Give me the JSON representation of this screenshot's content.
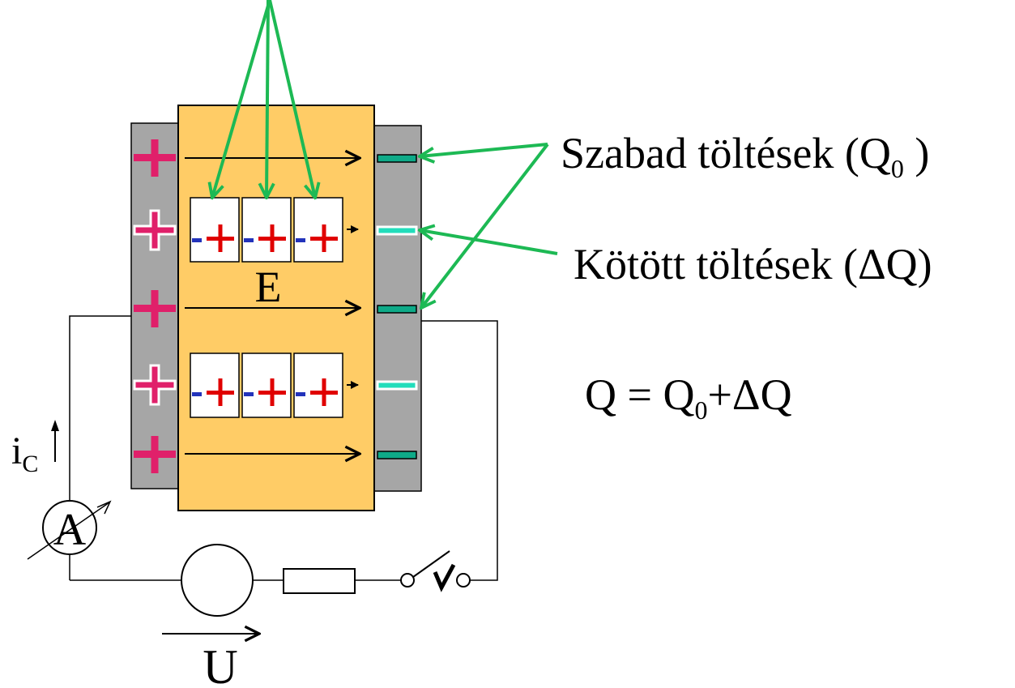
{
  "labels": {
    "free_charges": "Szabad töltések (Q",
    "free_charges_sub": "0",
    "free_charges_close": " )",
    "bound_charges": "Kötött töltések (ΔQ)",
    "field": "E",
    "formula_q": "Q = Q",
    "formula_sub": "0",
    "formula_rest": "+ΔQ",
    "ammeter": "A",
    "voltage": "U",
    "current_i": "i",
    "current_sub": "C",
    "plus_sign": "+",
    "minus_sign": "-"
  },
  "colors": {
    "dielectric": "#FFCC66",
    "plate": "#A6A6A6",
    "plus_free": "#E0206A",
    "minus_free": "#0EAA88",
    "minus_bound": "#22DDBB",
    "arrow_green": "#1DB954",
    "dipole_plus": "#E00000",
    "dipole_minus": "#2233BB"
  }
}
